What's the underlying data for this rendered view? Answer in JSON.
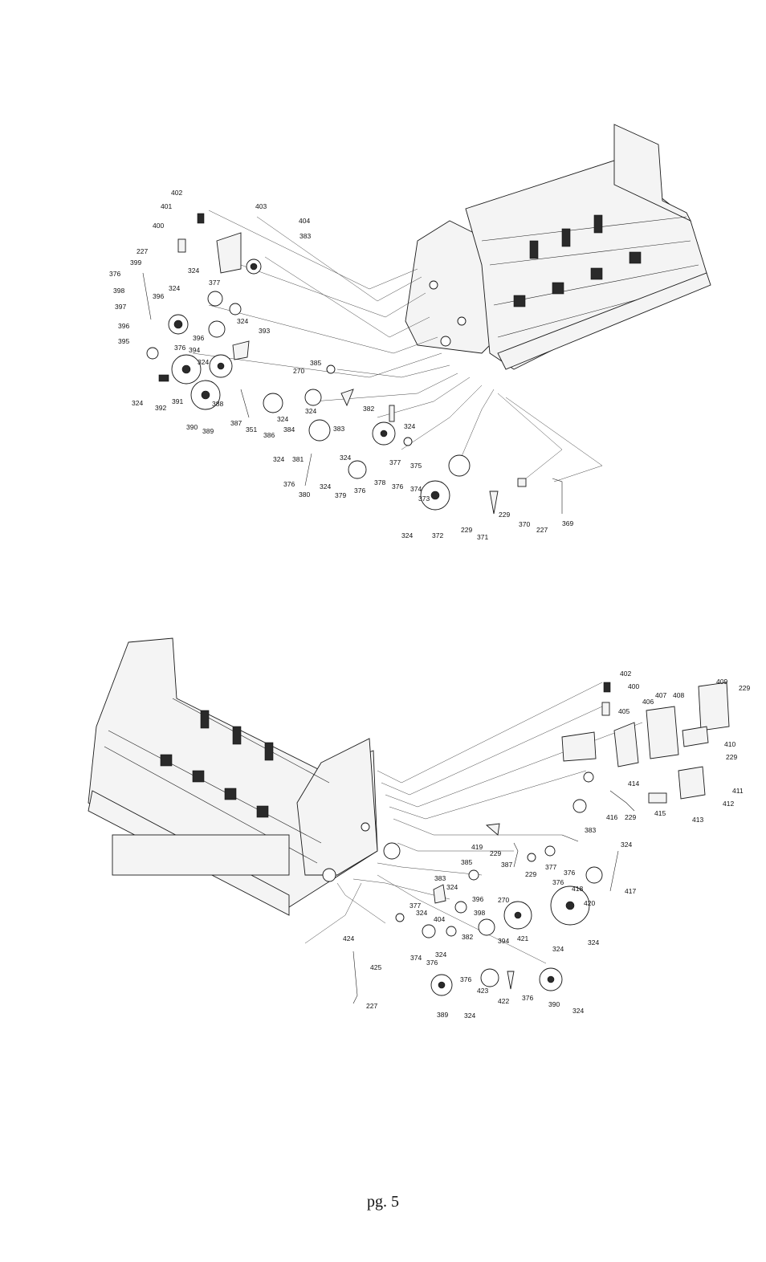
{
  "page": {
    "number": "pg. 5"
  },
  "top_diagram": {
    "labels": [
      "402",
      "401",
      "403",
      "400",
      "404",
      "227",
      "383",
      "376",
      "399",
      "324",
      "377",
      "398",
      "396",
      "397",
      "324",
      "396",
      "395",
      "376",
      "394",
      "396",
      "393",
      "324",
      "385",
      "270",
      "392",
      "391",
      "324",
      "324",
      "388",
      "390",
      "389",
      "387",
      "351",
      "386",
      "384",
      "324",
      "383",
      "382",
      "324",
      "381",
      "324",
      "324",
      "376",
      "378",
      "377",
      "375",
      "376",
      "374",
      "324",
      "380",
      "324",
      "379",
      "376",
      "373",
      "229",
      "370",
      "227",
      "369",
      "229",
      "324",
      "372",
      "371"
    ]
  },
  "bottom_diagram": {
    "labels": [
      "402",
      "400",
      "409",
      "229",
      "407",
      "408",
      "406",
      "405",
      "410",
      "229",
      "414",
      "411",
      "412",
      "416",
      "229",
      "415",
      "413",
      "383",
      "324",
      "419",
      "229",
      "387",
      "229",
      "377",
      "376",
      "376",
      "385",
      "418",
      "417",
      "383",
      "324",
      "270",
      "396",
      "420",
      "377",
      "324",
      "398",
      "404",
      "382",
      "394",
      "421",
      "324",
      "324",
      "424",
      "374",
      "376",
      "324",
      "376",
      "423",
      "422",
      "376",
      "390",
      "324",
      "425",
      "227",
      "389",
      "324"
    ]
  }
}
